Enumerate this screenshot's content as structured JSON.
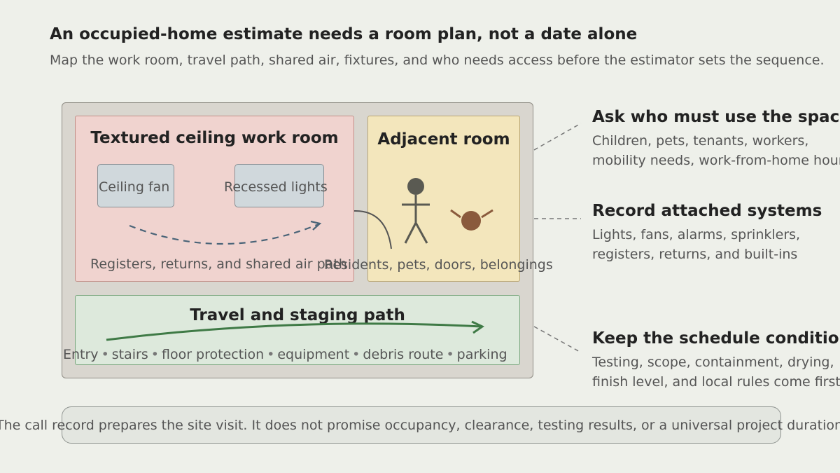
{
  "headline": "An occupied-home estimate needs a room plan, not a date alone",
  "subhead": "Map the work room, travel path, shared air, fixtures, and who needs access before the estimator sets the sequence.",
  "plan": {
    "work_room": {
      "title": "Textured ceiling work room",
      "fixtures": [
        "Ceiling fan",
        "Recessed lights"
      ],
      "air_label": "Registers, returns, and shared air path"
    },
    "adjacent_room": {
      "title": "Adjacent room",
      "occupants_label": "Residents, pets, doors, belongings"
    },
    "travel_path": {
      "title": "Travel and staging path",
      "stops": [
        "Entry",
        "stairs",
        "floor protection",
        "equipment",
        "debris route",
        "parking"
      ]
    }
  },
  "notes": [
    {
      "title": "Ask who must use the space",
      "body": [
        "Children, pets, tenants, workers,",
        "mobility needs, work-from-home hours"
      ]
    },
    {
      "title": "Record attached systems",
      "body": [
        "Lights, fans, alarms, sprinklers,",
        "registers, returns, and built-ins"
      ]
    },
    {
      "title": "Keep the schedule conditional",
      "body": [
        "Testing, scope, containment, drying,",
        "finish level, and local rules come first"
      ]
    }
  ],
  "disclaimer": "The call record prepares the site visit. It does not promise occupancy, clearance, testing results, or a universal project duration.",
  "colors": {
    "background": "#eef0ea",
    "work_room": "#f0d3cf",
    "adjacent_room": "#f3e6bc",
    "travel_path": "#dde9dc",
    "travel_arrow": "#3f7a46",
    "air_arrow": "#4a6478",
    "person": "#5a5a52",
    "pet": "#8a5a3c"
  },
  "icons": {
    "person": "person-icon",
    "pet": "pet-icon",
    "door": "door-swing-icon"
  }
}
